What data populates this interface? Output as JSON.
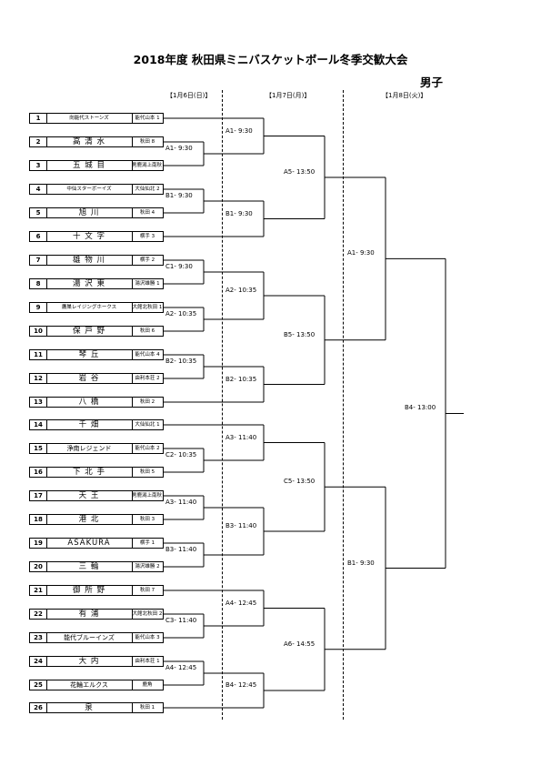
{
  "title": "2018年度 秋田県ミニバスケットボール冬季交歓大会",
  "subtitle": "男子",
  "days": [
    "【1月6日(日)】",
    "【1月7日(月)】",
    "【1月8日(火)】"
  ],
  "teams": [
    {
      "no": "1",
      "name": "向能代ストーンズ",
      "region": "能代山本 1"
    },
    {
      "no": "2",
      "name": "高 清 水",
      "region": "秋田 8"
    },
    {
      "no": "3",
      "name": "五 城 目",
      "region": "男鹿潟上南秋 1"
    },
    {
      "no": "4",
      "name": "中仙スターボーイズ",
      "region": "大仙仙北 2"
    },
    {
      "no": "5",
      "name": "旭   川",
      "region": "秋田 4"
    },
    {
      "no": "6",
      "name": "十 文 字",
      "region": "横手 3"
    },
    {
      "no": "7",
      "name": "雄 物 川",
      "region": "横手 2"
    },
    {
      "no": "8",
      "name": "湯 沢 東",
      "region": "湯沢雄勝 1"
    },
    {
      "no": "9",
      "name": "鷹巣レイジングホークス",
      "region": "大館北秋田 1"
    },
    {
      "no": "10",
      "name": "保 戸 野",
      "region": "秋田 6"
    },
    {
      "no": "11",
      "name": "琴   丘",
      "region": "能代山本 4"
    },
    {
      "no": "12",
      "name": "岩   谷",
      "region": "由利本荘 2"
    },
    {
      "no": "13",
      "name": "八   橋",
      "region": "秋田 2"
    },
    {
      "no": "14",
      "name": "千   畑",
      "region": "大仙仙北 1"
    },
    {
      "no": "15",
      "name": "浄南レジェンド",
      "region": "能代山本 2"
    },
    {
      "no": "16",
      "name": "下 北 手",
      "region": "秋田 5"
    },
    {
      "no": "17",
      "name": "天   王",
      "region": "男鹿潟上南秋 2"
    },
    {
      "no": "18",
      "name": "港   北",
      "region": "秋田 3"
    },
    {
      "no": "19",
      "name": "ASAKURA",
      "region": "横手 1"
    },
    {
      "no": "20",
      "name": "三   輪",
      "region": "湯沢雄勝 2"
    },
    {
      "no": "21",
      "name": "御 所 野",
      "region": "秋田 7"
    },
    {
      "no": "22",
      "name": "有   浦",
      "region": "大館北秋田 2"
    },
    {
      "no": "23",
      "name": "能代ブルーインズ",
      "region": "能代山本 3"
    },
    {
      "no": "24",
      "name": "大   内",
      "region": "由利本荘 1"
    },
    {
      "no": "25",
      "name": "花輪エルクス",
      "region": "鹿角"
    },
    {
      "no": "26",
      "name": "泉",
      "region": "秋田 1"
    }
  ],
  "matches": {
    "day1": [
      "A1- 9:30",
      "B1- 9:30",
      "C1- 9:30",
      "A2- 10:35",
      "B2- 10:35",
      "C2- 10:35",
      "A3- 11:40",
      "B3- 11:40",
      "C3- 11:40",
      "A4- 12:45"
    ],
    "day2": [
      "A1- 9:30",
      "B1- 9:30",
      "A2- 10:35",
      "B2- 10:35",
      "A3- 11:40",
      "B3- 11:40",
      "A4- 12:45",
      "B4- 12:45"
    ],
    "day2b": [
      "A5- 13:50",
      "B5- 13:50",
      "C5- 13:50",
      "A6- 14:55"
    ],
    "day3": [
      "A1- 9:30",
      "B1- 9:30"
    ],
    "final": "B4- 13:00"
  }
}
